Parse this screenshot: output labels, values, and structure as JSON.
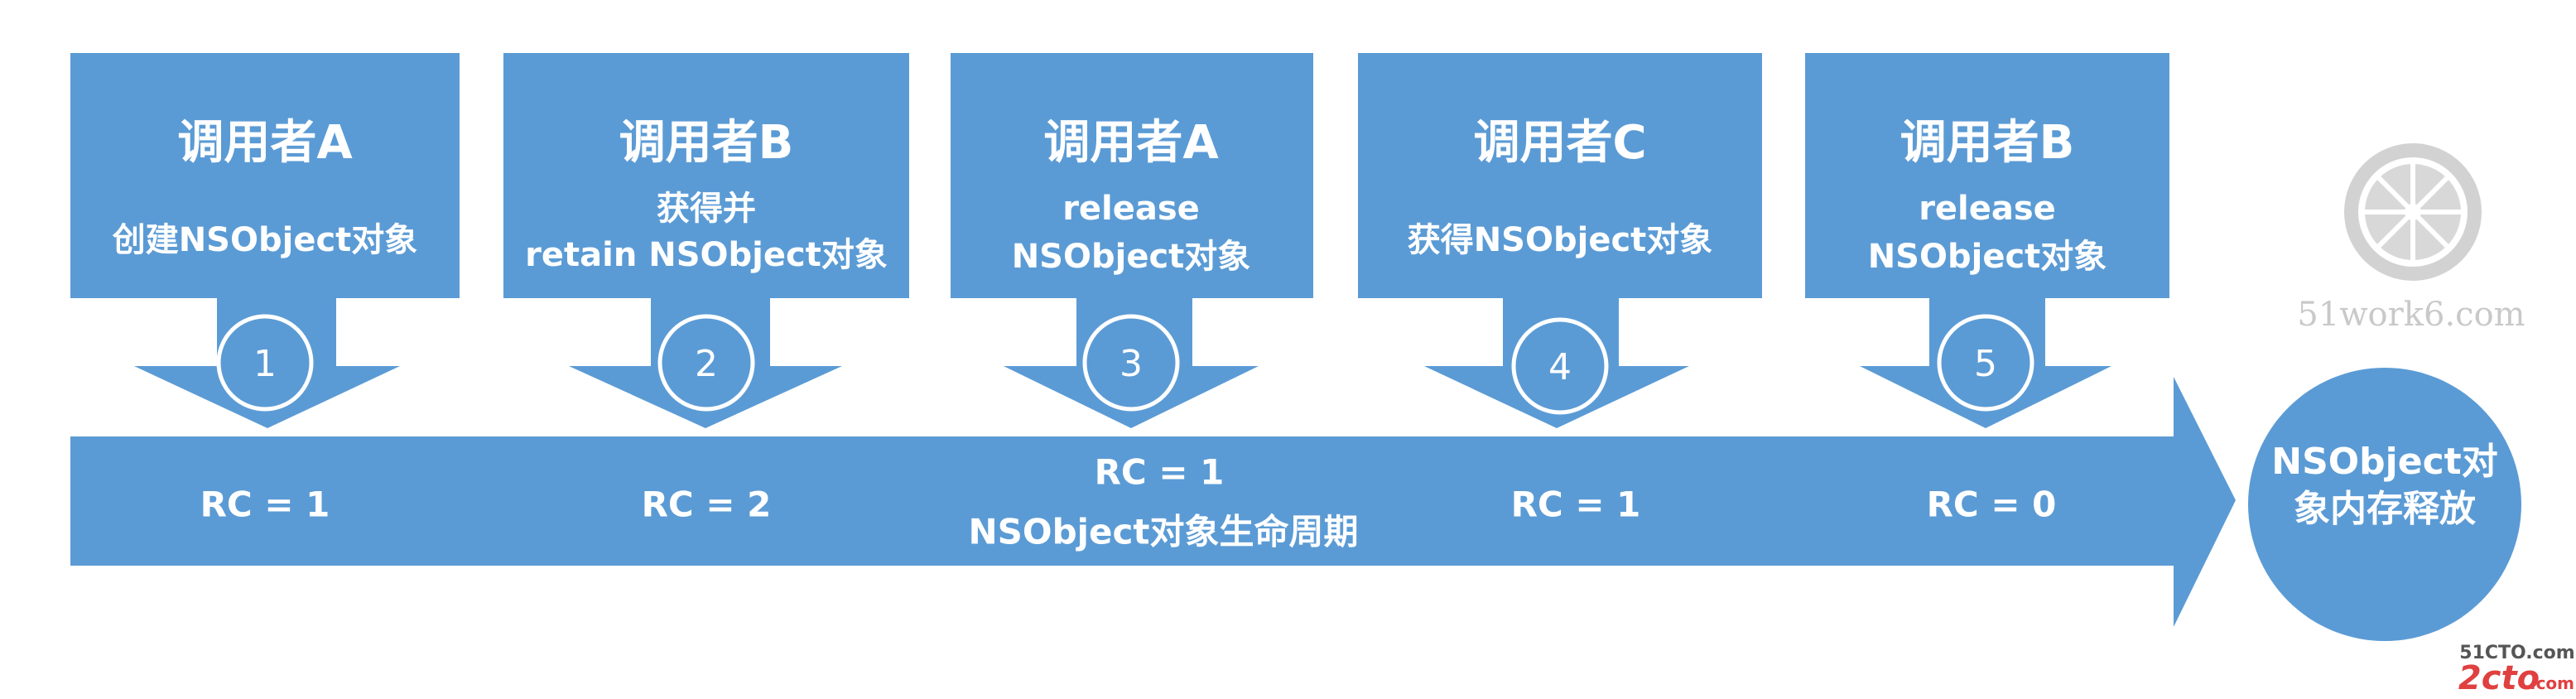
{
  "steps": [
    {
      "number": "1",
      "caller": "调用者A",
      "action_lines": [
        "创建NSObject对象"
      ],
      "rc": "RC = 1"
    },
    {
      "number": "2",
      "caller": "调用者B",
      "action_lines": [
        "获得并",
        "retain NSObject对象"
      ],
      "rc": "RC = 2"
    },
    {
      "number": "3",
      "caller": "调用者A",
      "action_lines": [
        "release",
        "NSObject对象"
      ],
      "rc": "RC = 1"
    },
    {
      "number": "4",
      "caller": "调用者C",
      "action_lines": [
        "获得NSObject对象"
      ],
      "rc": "RC = 1"
    },
    {
      "number": "5",
      "caller": "调用者B",
      "action_lines": [
        "release",
        "NSObject对象"
      ],
      "rc": "RC = 0"
    }
  ],
  "lifecycle_label": "NSObject对象生命周期",
  "end_circle_lines": [
    "NSObject对",
    "象内存释放"
  ],
  "watermark": {
    "site": "51work6.com"
  },
  "corner_logo": {
    "top": "51CTO.com",
    "bottom": "2cto",
    "suffix": ".com"
  },
  "colors": {
    "primary": "#5b9bd5",
    "text": "#ffffff",
    "watermark": "#c9c9c9"
  }
}
